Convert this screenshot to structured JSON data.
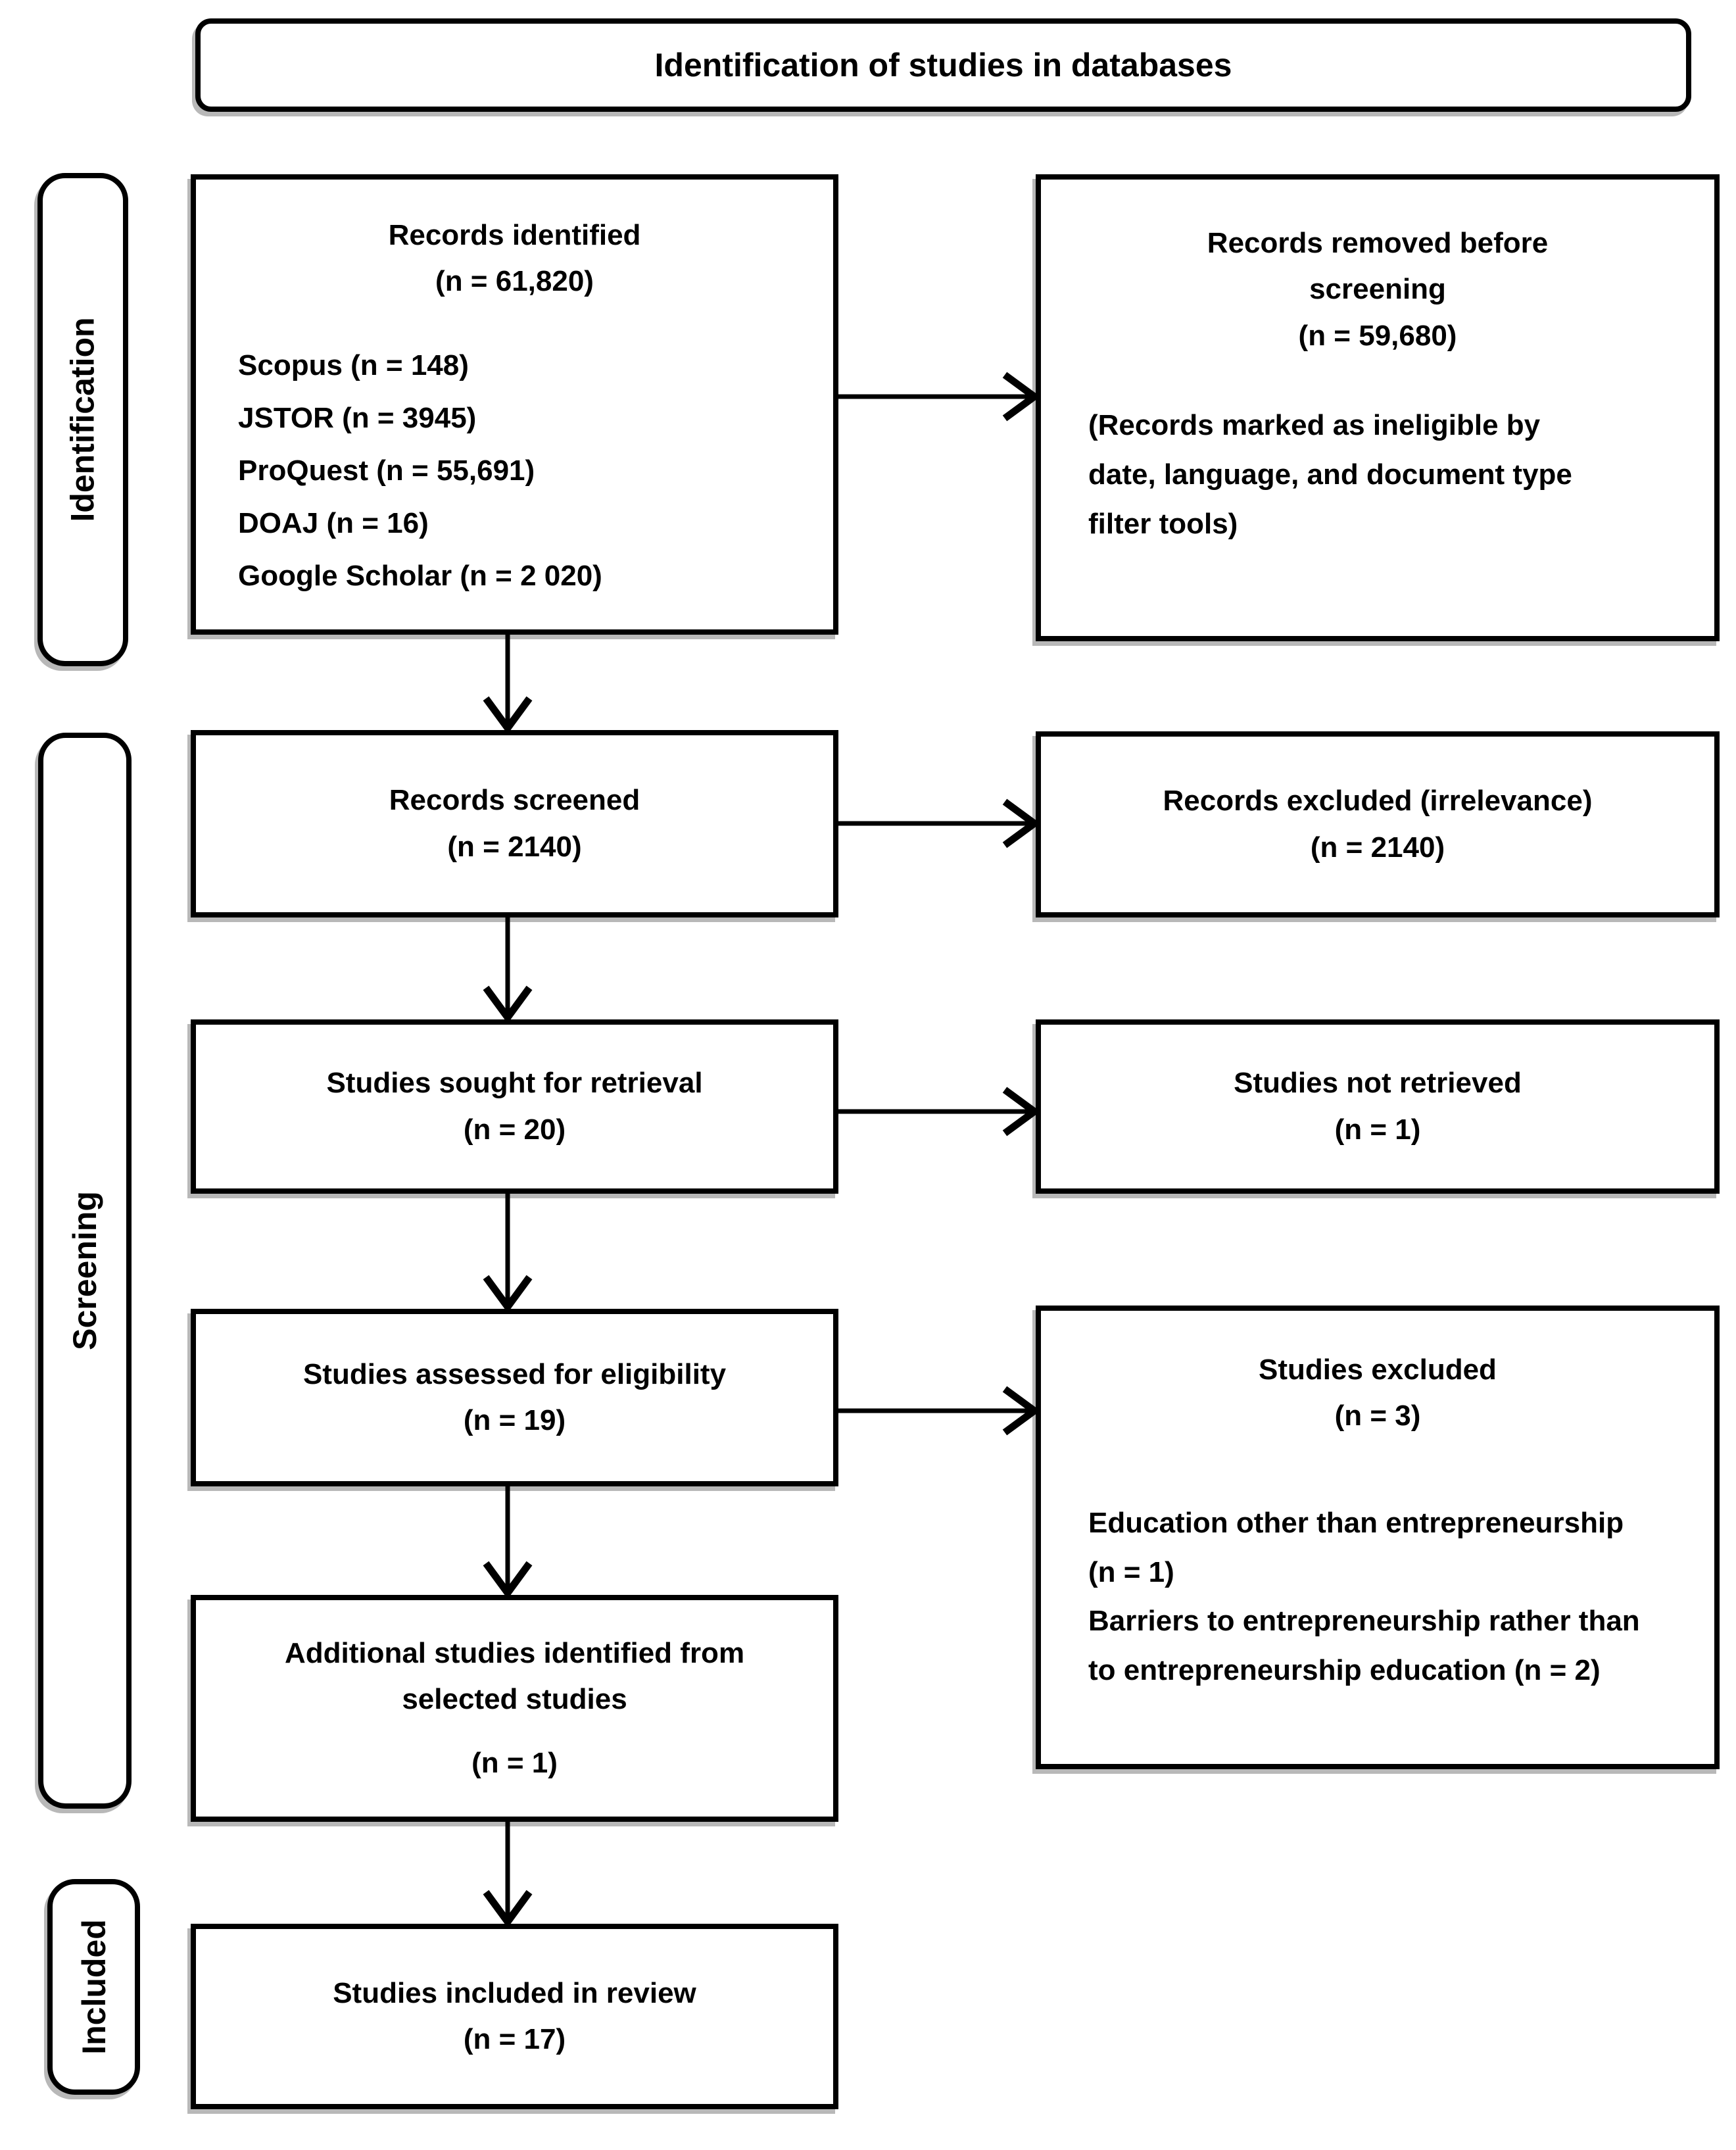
{
  "title": "Identification of studies in databases",
  "side_labels": [
    {
      "label": "Identification"
    },
    {
      "label": "Screening"
    },
    {
      "label": "Included"
    }
  ],
  "boxes": {
    "records_identified": {
      "heading": "Records identified",
      "count": "(n = 61,820)",
      "sources": [
        "Scopus (n = 148)",
        "JSTOR (n = 3945)",
        "ProQuest (n = 55,691)",
        "DOAJ (n = 16)",
        "Google Scholar (n = 2 020)"
      ]
    },
    "records_removed": {
      "heading": "Records removed before screening",
      "count": "(n = 59,680)",
      "note": "(Records marked as ineligible by date, language, and document type filter tools)"
    },
    "records_screened": {
      "heading": "Records screened",
      "count": "(n = 2140)"
    },
    "records_excluded": {
      "heading": "Records excluded (irrelevance)",
      "count": "(n = 2140)"
    },
    "studies_sought": {
      "heading": "Studies sought for retrieval",
      "count": "(n = 20)"
    },
    "studies_not_retrieved": {
      "heading": "Studies not retrieved",
      "count": "(n = 1)"
    },
    "studies_assessed": {
      "heading": "Studies assessed for eligibility",
      "count": "(n = 19)"
    },
    "studies_excluded": {
      "heading": "Studies excluded",
      "count": "(n = 3)",
      "reasons": [
        "Education other than entrepreneurship (n = 1)",
        "Barriers to entrepreneurship rather than to entrepreneurship education (n = 2)"
      ]
    },
    "additional_studies": {
      "heading": "Additional studies identified from selected studies",
      "count": "(n = 1)"
    },
    "studies_included": {
      "heading": "Studies included in review",
      "count": "(n = 17)"
    }
  },
  "colors": {
    "ink": "#000000",
    "paper": "#ffffff",
    "shadow": "#b5b5b5"
  }
}
